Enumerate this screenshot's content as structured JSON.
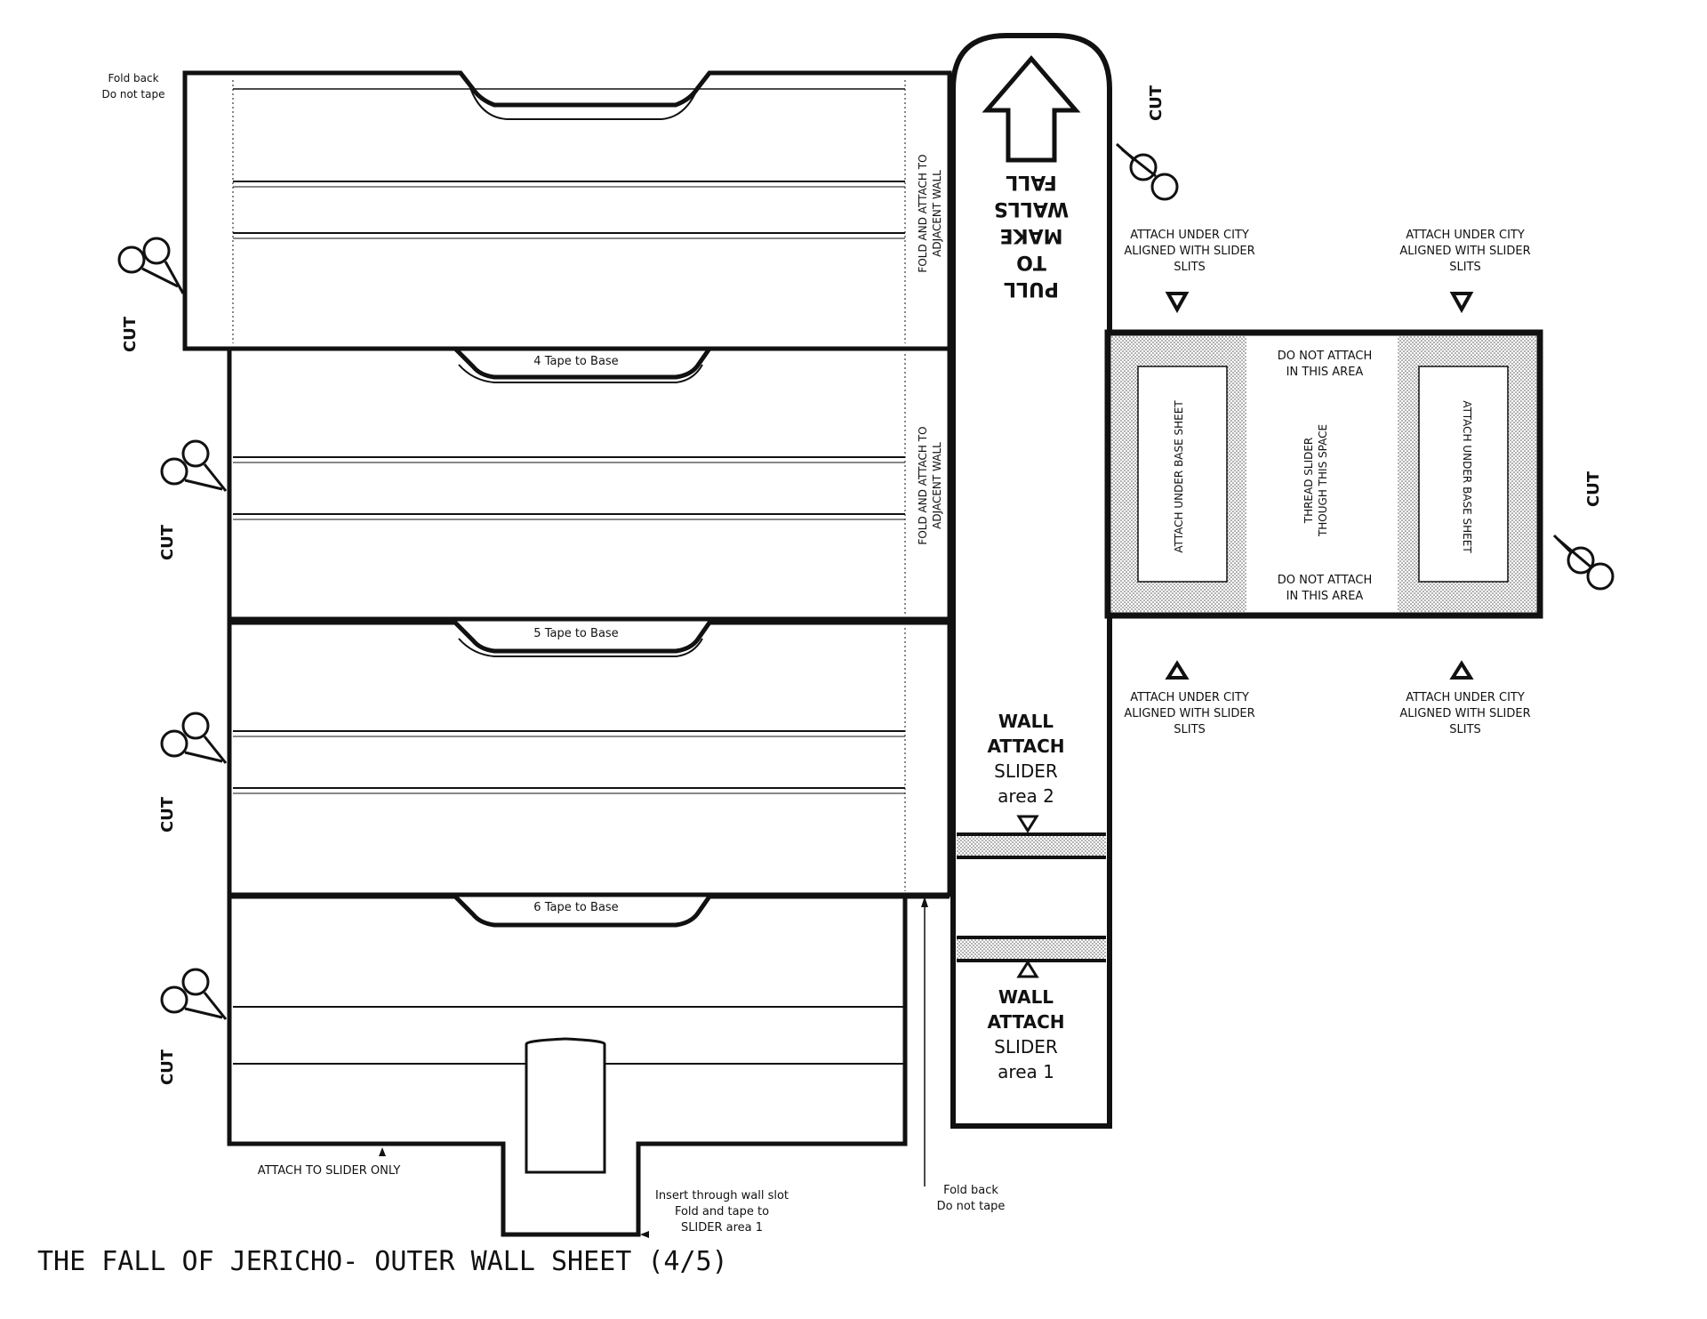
{
  "title": "THE FALL OF JERICHO- OUTER WALL SHEET (4/5)",
  "fold_back_top": [
    "Fold back",
    "Do not tape"
  ],
  "fold_attach": [
    "FOLD AND ATTACH TO",
    "ADJACENT WALL"
  ],
  "cut_label": "CUT",
  "tape_labels": [
    "4 Tape to Base",
    "5 Tape to Base",
    "6 Tape to Base"
  ],
  "pull_tab": [
    "PULL",
    "TO",
    "MAKE",
    "WALLS",
    "FALL"
  ],
  "attach_city": [
    "ATTACH UNDER CITY",
    "ALIGNED WITH SLIDER",
    "SLITS"
  ],
  "do_not_attach": [
    "DO NOT ATTACH",
    "IN THIS AREA"
  ],
  "attach_base": "ATTACH UNDER BASE SHEET",
  "thread_slider": [
    "THREAD SLIDER",
    "THOUGH THIS SPACE"
  ],
  "wall_attach_2": [
    "WALL",
    "ATTACH",
    "SLIDER",
    "area 2"
  ],
  "wall_attach_1": [
    "WALL",
    "ATTACH",
    "SLIDER",
    "area 1"
  ],
  "attach_slider_only": "ATTACH TO SLIDER ONLY",
  "insert_note": [
    "Insert through wall slot",
    "Fold and tape to",
    "SLIDER area 1"
  ],
  "fold_back_bottom": [
    "Fold back",
    "Do not tape"
  ],
  "colors": {
    "ink": "#111111",
    "stipple": "#d6d6d6",
    "paper": "#ffffff"
  }
}
